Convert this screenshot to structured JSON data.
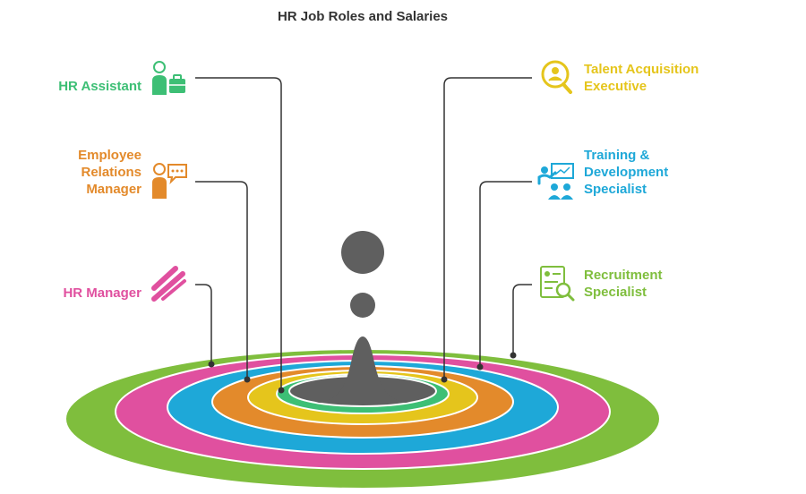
{
  "title": "HR Job Roles and Salaries",
  "colors": {
    "outer_green": "#7fbe3d",
    "magenta": "#e0509f",
    "blue": "#1ea8d8",
    "orange": "#e38a2b",
    "yellow": "#e5c51c",
    "green": "#3dbf75",
    "center": "#5f5f5f",
    "line": "#333333"
  },
  "roles": [
    {
      "id": "hr-assistant",
      "lines": [
        "HR Assistant"
      ],
      "color": "#3dbf75",
      "icon": "person-briefcase-icon"
    },
    {
      "id": "employee-relations-manager",
      "lines": [
        "Employee",
        "Relations",
        "Manager"
      ],
      "color": "#e38a2b",
      "icon": "person-chat-icon"
    },
    {
      "id": "hr-manager",
      "lines": [
        "HR Manager"
      ],
      "color": "#e0509f",
      "icon": "tools-icon"
    },
    {
      "id": "talent-acquisition-executive",
      "lines": [
        "Talent Acquisition",
        "Executive"
      ],
      "color": "#e5c51c",
      "icon": "person-search-icon"
    },
    {
      "id": "training-development-specialist",
      "lines": [
        "Training &",
        "Development",
        "Specialist"
      ],
      "color": "#1ea8d8",
      "icon": "presentation-icon"
    },
    {
      "id": "recruitment-specialist",
      "lines": [
        "Recruitment",
        "Specialist"
      ],
      "color": "#7fbe3d",
      "icon": "document-search-icon"
    }
  ]
}
